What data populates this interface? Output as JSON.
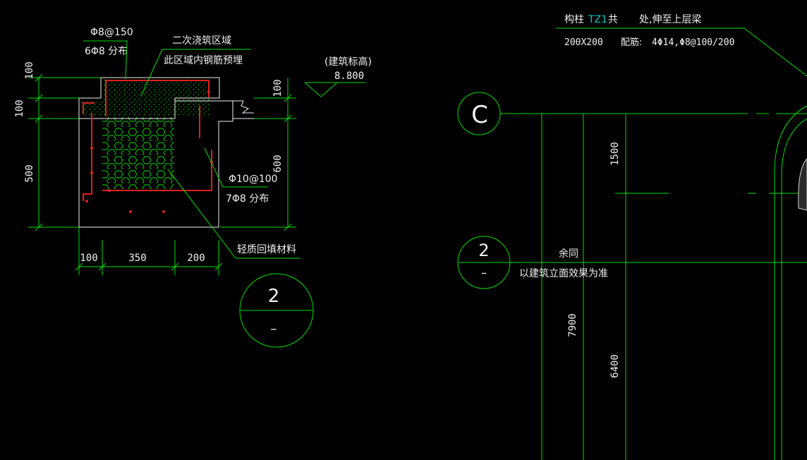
{
  "detail": {
    "rebar_top": "Φ8@150",
    "rebar_top_dist": "6Φ8  分布",
    "pour_zone_title": "二次浇筑区域",
    "pour_zone_note": "此区域内钢筋预埋",
    "elev_label": "(建筑标高)",
    "elev_value": "8.800",
    "rebar_side": "Φ10@100",
    "rebar_side_dist": "7Φ8  分布",
    "backfill": "轻质回填材料",
    "dim_left": [
      "100",
      "100",
      "500"
    ],
    "dim_right": [
      "100",
      "600"
    ],
    "dim_bottom": [
      "100",
      "350",
      "200"
    ],
    "section_num": "2",
    "section_sub": "–"
  },
  "elevation": {
    "note_line1_a": "构柱",
    "note_line1_b": "TZ1",
    "note_line1_c": "共",
    "note_line1_d": "处,伸至上层梁",
    "note_size": "200X200",
    "note_rebar_label": "配筋:",
    "note_rebar": "4Φ14,Φ8@100/200",
    "grid_letter": "C",
    "dim_1500": "1500",
    "dim_7900": "7900",
    "dim_6400": "6400",
    "section_num": "2",
    "section_sub": "–",
    "note_rest": "余同",
    "note_facade": "以建筑立面效果为准"
  },
  "colors": {
    "line": "#00e000",
    "text": "#f2f2f2",
    "rebar": "#e02020",
    "outline": "#f0f0f0",
    "accent": "#00c8c8",
    "background": "#000000"
  }
}
